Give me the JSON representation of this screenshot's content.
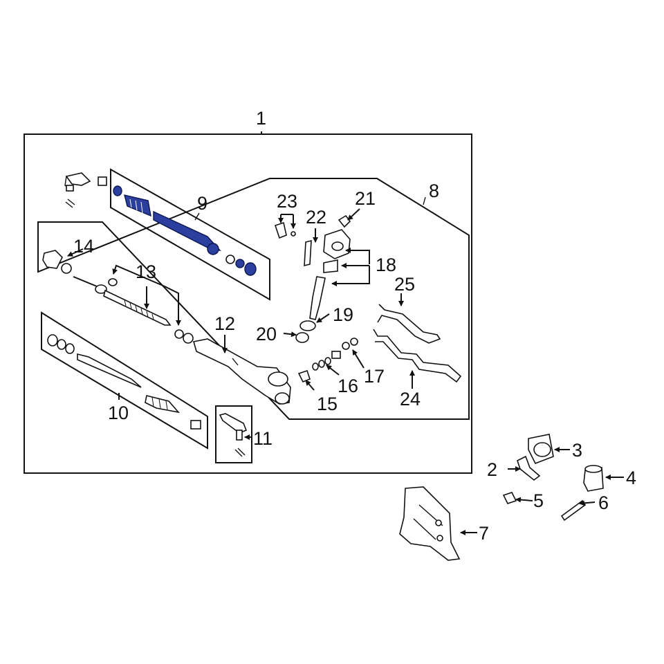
{
  "diagram": {
    "callouts": {
      "c1": "1",
      "c2": "2",
      "c3": "3",
      "c4": "4",
      "c5": "5",
      "c6": "6",
      "c7": "7",
      "c8": "8",
      "c9": "9",
      "c10": "10",
      "c11": "11",
      "c12": "12",
      "c13": "13",
      "c14": "14",
      "c15": "15",
      "c16": "16",
      "c17": "17",
      "c18": "18",
      "c19": "19",
      "c20": "20",
      "c21": "21",
      "c22": "22",
      "c23": "23",
      "c24": "24",
      "c25": "25"
    },
    "colors": {
      "highlight": "#2b3f9e",
      "line": "#111111",
      "background": "#ffffff"
    }
  }
}
